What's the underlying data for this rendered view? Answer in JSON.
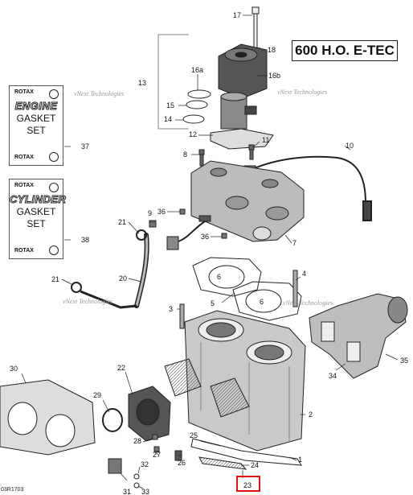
{
  "title": "600 H.O. E-TEC",
  "drawing_code": "03R1703",
  "watermark": "vNext Technologies",
  "kits": [
    {
      "brand": "ROTAX",
      "line1": "ENGINE",
      "line2": "GASKET",
      "line3": "SET",
      "brand_bottom": "ROTAX",
      "callout": "37"
    },
    {
      "brand": "ROTAX",
      "line1": "CYLINDER",
      "line2": "GASKET",
      "line3": "SET",
      "brand_bottom": "ROTAX",
      "callout": "38"
    }
  ],
  "callouts": [
    "17",
    "18",
    "16a",
    "16b",
    "15",
    "14",
    "13",
    "12",
    "11",
    "10",
    "8",
    "9",
    "36",
    "36",
    "7",
    "21",
    "21",
    "20",
    "6",
    "6",
    "5",
    "4",
    "3",
    "2",
    "1",
    "22",
    "23",
    "24",
    "25",
    "26",
    "27",
    "28",
    "29",
    "30",
    "31",
    "32",
    "33",
    "34",
    "35"
  ],
  "highlighted_callout": "23",
  "colors": {
    "highlight": "#dd1111",
    "line": "#222222"
  }
}
